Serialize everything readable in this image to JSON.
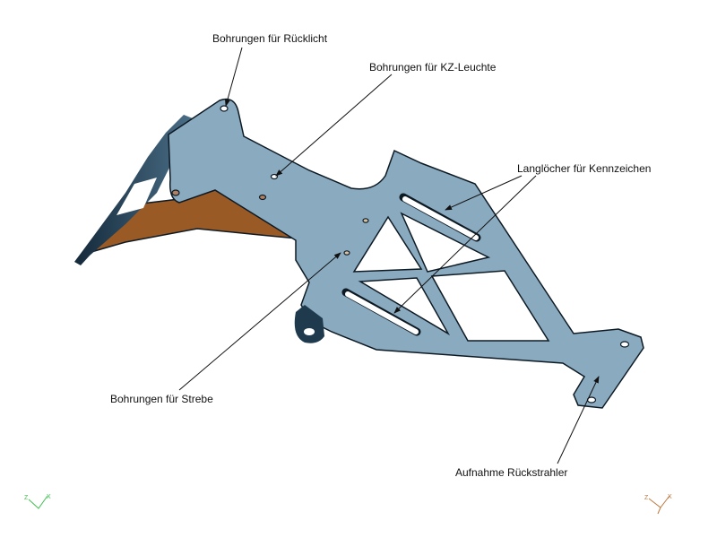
{
  "labels": {
    "ruecklicht": "Bohrungen für Rücklicht",
    "kz_leuchte": "Bohrungen für KZ-Leuchte",
    "langloecher": "Langlöcher für Kennzeichen",
    "strebe": "Bohrungen für Strebe",
    "rueckstrahler": "Aufnahme Rückstrahler"
  },
  "axis_triads": {
    "left": {
      "letters": [
        "Z",
        "X"
      ]
    },
    "right": {
      "letters": [
        "Z",
        "X"
      ]
    }
  },
  "colors": {
    "plate": "#8aaac0",
    "flange": "#1f3a4d",
    "bracket": "#9a5a25",
    "outline": "#0d1a24",
    "triad_left": "#3fbf4f",
    "triad_right": "#c07a40"
  }
}
